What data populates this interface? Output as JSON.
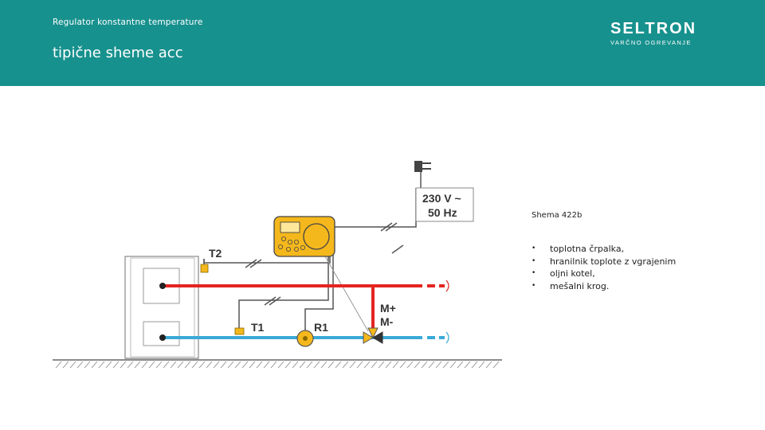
{
  "header": {
    "subtitle": "Regulator konstantne temperature",
    "title": "tipične sheme acc",
    "background_color": "#17918e"
  },
  "logo": {
    "name": "SELTRON",
    "tagline": "VARČNO OGREVANJE"
  },
  "diagram": {
    "power_label_line1": "230 V ~",
    "power_label_line2": "50 Hz",
    "labels": {
      "t2": "T2",
      "t1": "T1",
      "r1": "R1",
      "m_plus": "M+",
      "m_minus": "M-"
    },
    "colors": {
      "supply_line": "#e42520",
      "return_line": "#3aa9d8",
      "controller": "#f5b81c"
    }
  },
  "caption": "Shema 422b",
  "features": [
    "toplotna črpalka,",
    "hranilnik toplote z vgrajenim",
    "oljni kotel,",
    "mešalni krog."
  ]
}
